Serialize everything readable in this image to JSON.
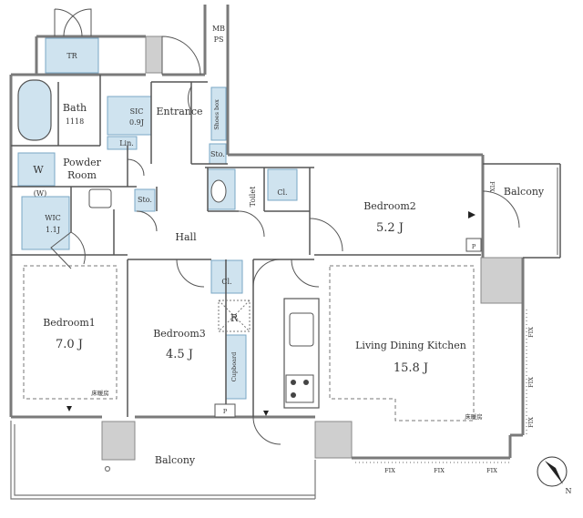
{
  "rooms": {
    "tr": "TR",
    "bath": "Bath",
    "bath_size": "1118",
    "sic": "SIC",
    "sic_size": "0.9J",
    "entrance": "Entrance",
    "shoes_box": "Shoes box",
    "mb_ps": [
      "MB",
      "PS"
    ],
    "powder_room": [
      "Powder",
      "Room"
    ],
    "washer": "W",
    "lin": "Lin.",
    "sto": "Sto.",
    "w_label": "(W)",
    "wic": "WIC",
    "wic_size": "1.1J",
    "toilet": "Toilet",
    "closet": "Cl.",
    "hall": "Hall",
    "bedroom1": "Bedroom1",
    "bedroom1_size": "7.0 J",
    "bedroom2": "Bedroom2",
    "bedroom2_size": "5.2 J",
    "bedroom3": "Bedroom3",
    "bedroom3_size": "4.5 J",
    "ldk": "Living Dining Kitchen",
    "ldk_size": "15.8 J",
    "cupboard": "Cupboard",
    "refrigerator": "R",
    "balcony": "Balcony",
    "p": "P",
    "floor_heating": "床暖房",
    "fix": "FIX",
    "north": "N"
  },
  "colors": {
    "wall": "#7a7a7a",
    "line": "#555555",
    "fixture": "#cfe3ef",
    "fixture_stroke": "#7aa7c4",
    "gray_block": "#cfcfcf"
  }
}
